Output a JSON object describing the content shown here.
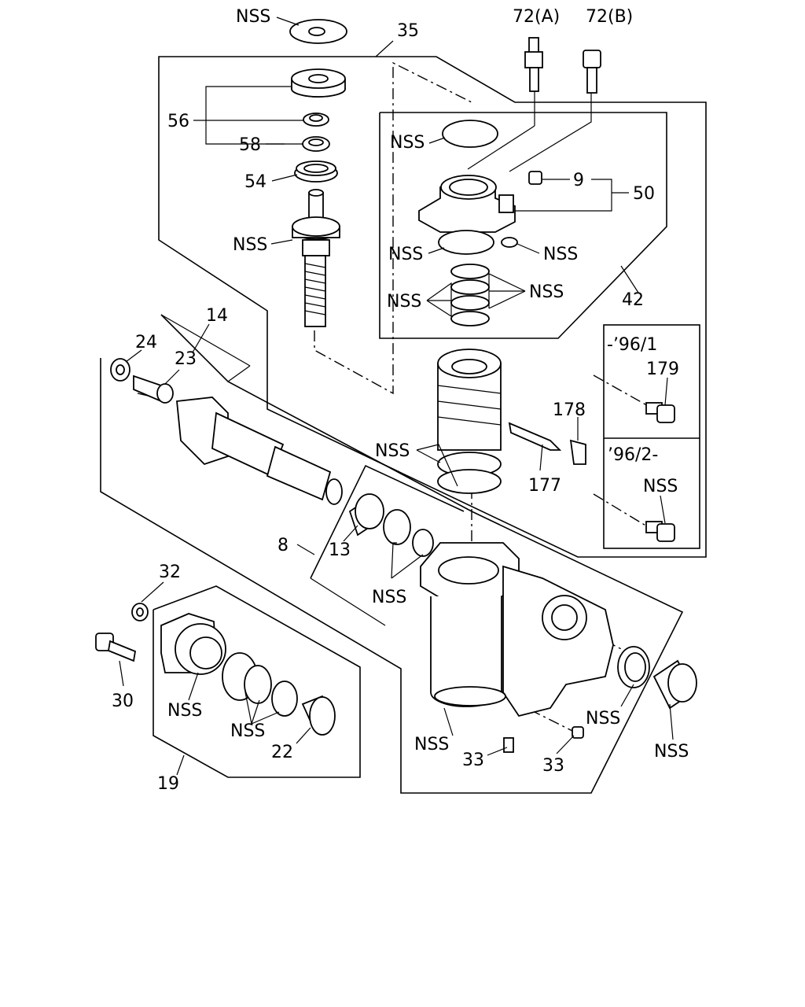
{
  "labels": {
    "nss_top": "NSS",
    "p35": "35",
    "p72a": "72(A)",
    "p72b": "72(B)",
    "p56": "56",
    "p58": "58",
    "p54": "54",
    "nss_shaft": "NSS",
    "nss_oring_top": "NSS",
    "p9": "9",
    "p50": "50",
    "nss_valve_left": "NSS",
    "nss_valve_right": "NSS",
    "nss_rings_left": "NSS",
    "nss_rings_right": "NSS",
    "p42": "42",
    "p14": "14",
    "p24": "24",
    "p23": "23",
    "range_a": "-’96/1",
    "p179": "179",
    "p178": "178",
    "range_b": "’96/2-",
    "nss_piston": "NSS",
    "nss_bolt_b": "NSS",
    "p177": "177",
    "p8": "8",
    "p13": "13",
    "nss_seals_mid": "NSS",
    "p32": "32",
    "p30": "30",
    "nss_cover": "NSS",
    "nss_cover_rings": "NSS",
    "p22": "22",
    "p19": "19",
    "nss_housing": "NSS",
    "p33_left": "33",
    "p33_right": "33",
    "nss_seal_right": "NSS",
    "nss_cap": "NSS"
  }
}
